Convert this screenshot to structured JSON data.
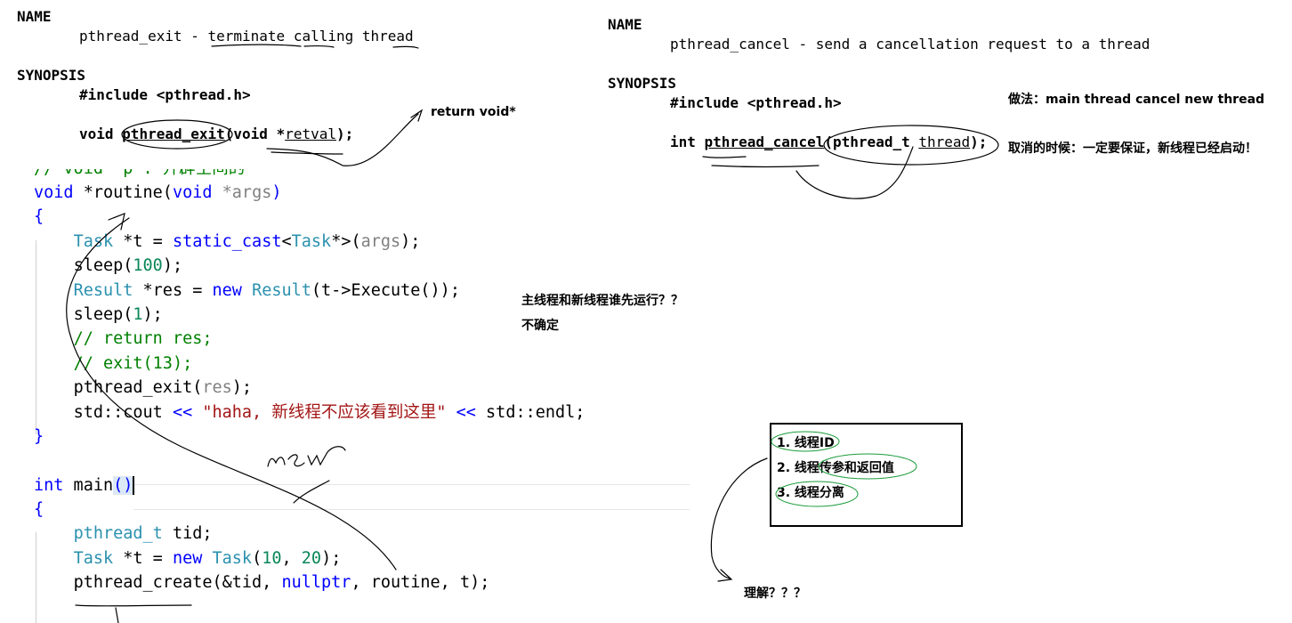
{
  "man_left": {
    "name_heading": "NAME",
    "name_line": "pthread_exit - terminate calling thread",
    "synopsis_heading": "SYNOPSIS",
    "include": "#include <pthread.h>",
    "sig_void": "void ",
    "sig_func": "pthread_exit",
    "sig_open": "(void *",
    "sig_param": "retval",
    "sig_close": ");"
  },
  "man_right": {
    "name_heading": "NAME",
    "name_line": "pthread_cancel - send a cancellation request to a thread",
    "synopsis_heading": "SYNOPSIS",
    "include": "#include <pthread.h>",
    "sig_int": "int ",
    "sig_func": "pthread_cancel",
    "sig_open": "(pthread_t ",
    "sig_param": "thread",
    "sig_close": ");"
  },
  "notes": {
    "return_void": "return void*",
    "approach": "做法：main thread cancel new thread",
    "cancel_guarantee": "取消的时候：一定要保证，新线程已经启动！",
    "who_first": "主线程和新线程谁先运行？？",
    "uncertain": "不确定",
    "understand": "理解？？？",
    "handwritten_new": "new"
  },
  "box": {
    "items": [
      "1. 线程ID",
      "2. 线程传参和返回值",
      "3. 线程分离"
    ]
  },
  "code": {
    "l0": "// void *p : 开辟空间的",
    "l1_kw": "void",
    "l1_rest": " *routine(",
    "l1_kw2": "void",
    "l1_arg": " *args",
    "l1_end": ")",
    "brace_open": "{",
    "l3_type": "Task",
    "l3_a": " *t = ",
    "l3_kw": "static_cast",
    "l3_b": "<",
    "l3_type2": "Task",
    "l3_c": "*>(",
    "l3_arg": "args",
    "l3_d": ");",
    "l4_fn": "sleep(",
    "l4_num": "100",
    "l4_end": ");",
    "l5_type": "Result",
    "l5_a": " *res = ",
    "l5_kw": "new",
    "l5_b": " ",
    "l5_type2": "Result",
    "l5_c": "(t->Execute());",
    "l6_fn": "sleep(",
    "l6_num": "1",
    "l6_end": ");",
    "l7": "// return res;",
    "l8": "// exit(13);",
    "l9_fn": "pthread_exit(",
    "l9_arg": "res",
    "l9_end": ");",
    "l10_a": "std::cout ",
    "l10_op": "<<",
    "l10_str": " \"haha, 新线程不应该看到这里\" ",
    "l10_op2": "<<",
    "l10_b": " std::endl;",
    "brace_close": "}",
    "l13_kw": "int",
    "l13_rest": " main",
    "l13_paren": "()",
    "l15_type": "pthread_t",
    "l15_rest": " tid;",
    "l16_type": "Task",
    "l16_a": " *t = ",
    "l16_kw": "new",
    "l16_b": " ",
    "l16_type2": "Task",
    "l16_c": "(",
    "l16_n1": "10",
    "l16_d": ", ",
    "l16_n2": "20",
    "l16_e": ");",
    "l17_fn": "pthread_create(&tid, ",
    "l17_kw": "nullptr",
    "l17_rest": ", routine, t);"
  }
}
